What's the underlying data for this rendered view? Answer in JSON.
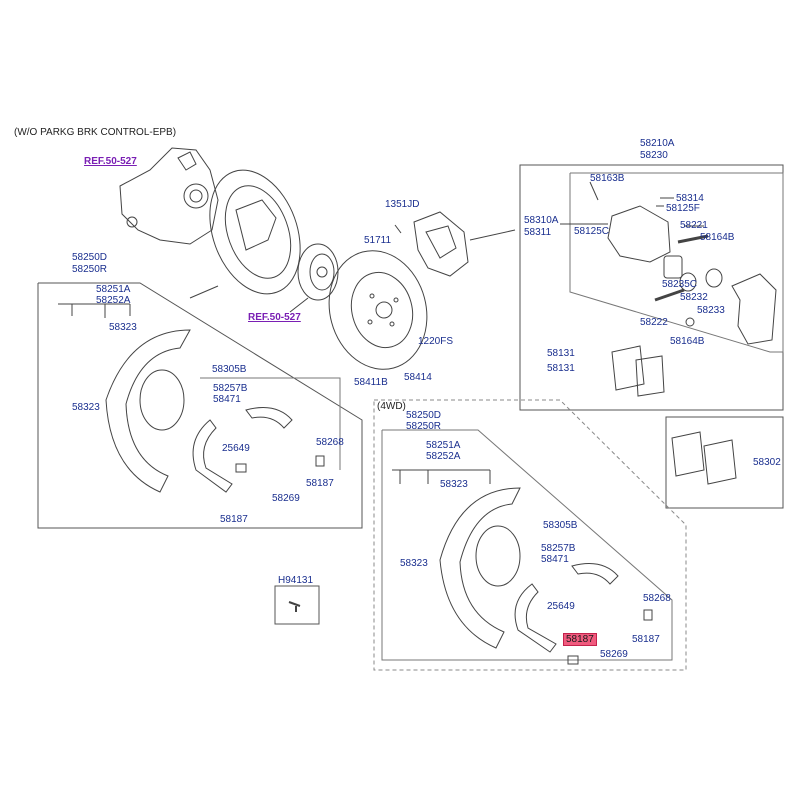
{
  "header": {
    "title": "(W/O PARKG BRK CONTROL-EPB)"
  },
  "sections": {
    "fourwd": "(4WD)"
  },
  "refs": {
    "ref_knuckle": "REF.50-527",
    "ref_hub": "REF.50-527"
  },
  "parts": {
    "p58210A": "58210A",
    "p58230": "58230",
    "p58163B": "58163B",
    "p58314": "58314",
    "p58125F": "58125F",
    "p58310A": "58310A",
    "p58311": "58311",
    "p58125C": "58125C",
    "p58221": "58221",
    "p58164B_a": "58164B",
    "p58235C": "58235C",
    "p58232": "58232",
    "p58222": "58222",
    "p58233": "58233",
    "p58164B_b": "58164B",
    "p58131_a": "58131",
    "p58131_b": "58131",
    "p58302": "58302",
    "p1351JD": "1351JD",
    "p51711": "51711",
    "p1220FS": "1220FS",
    "p58414": "58414",
    "p58411B": "58411B",
    "l58250D": "58250D",
    "l58250R": "58250R",
    "l58251A": "58251A",
    "l58252A": "58252A",
    "l58323_a": "58323",
    "l58323_b": "58323",
    "l58305B": "58305B",
    "l58257B": "58257B",
    "l58471": "58471",
    "l25649": "25649",
    "l58268": "58268",
    "l58187_a": "58187",
    "l58269": "58269",
    "l58187_b": "58187",
    "pH94131": "H94131",
    "w58250D": "58250D",
    "w58250R": "58250R",
    "w58251A": "58251A",
    "w58252A": "58252A",
    "w58323_a": "58323",
    "w58323_b": "58323",
    "w58305B": "58305B",
    "w58257B": "58257B",
    "w58471": "58471",
    "w25649": "25649",
    "w58268": "58268",
    "w58187_hl": "58187",
    "w58187": "58187",
    "w58269": "58269"
  },
  "colors": {
    "label": "#1a2f8f",
    "ref": "#7a1fb4",
    "highlight": "#f05a7e",
    "line": "#333333"
  }
}
